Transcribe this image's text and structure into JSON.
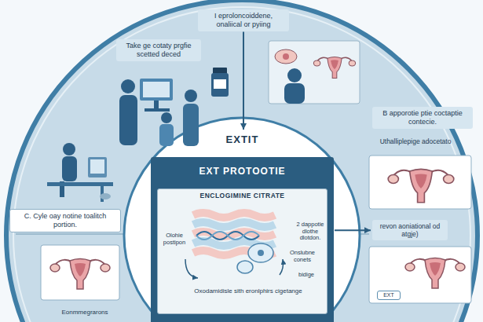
{
  "diagram": {
    "nodes": [
      {
        "text": [
          "Take ge cotaty prgfie scetted deced"
        ]
      },
      {
        "text": [
          "I eproloncoiddene, onaliical or pyiing"
        ]
      },
      {
        "text": [
          "B apporotie ptie coctaptie contecie."
        ]
      },
      {
        "text": [
          "C. Cyle oay notine toalitch portion."
        ]
      },
      {
        "text": [
          "revon aoniational od atgje)"
        ]
      },
      {
        "text": [
          "EXTIT",
          "EXT PROTOOTIE"
        ]
      },
      {
        "text": [
          "ENCLOGIMINE CITRATE"
        ],
        "in": 5
      },
      {
        "text": [
          "EXT"
        ]
      }
    ],
    "edges": [
      {
        "from": 1,
        "to": 5,
        "arrow": "to"
      },
      {
        "from": 5,
        "to": 4,
        "arrow": "to"
      }
    ],
    "labels": [
      "Uthalliplepige adocetato",
      "2 dappotie dlothe dlotdon.",
      "Olohie postipon",
      "Onslubne conets",
      "bidige",
      "Oxodamidisle sith eronlphirs cigetange",
      "Eonmmegrarons"
    ]
  }
}
